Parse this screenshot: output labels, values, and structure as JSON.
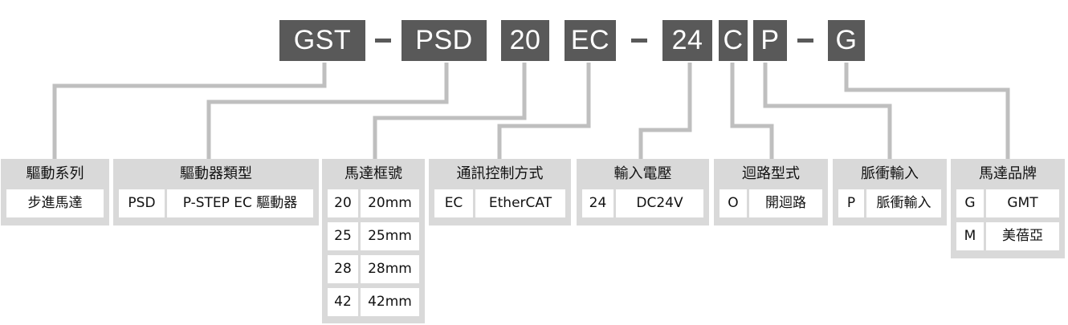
{
  "code": {
    "segments": [
      "GST",
      "PSD",
      "20",
      "EC",
      "24",
      "C",
      "P",
      "G"
    ],
    "dash": "-"
  },
  "boxes": [
    {
      "title": "驅動系列",
      "rows": [
        [
          "步進馬達"
        ]
      ]
    },
    {
      "title": "驅動器類型",
      "rows": [
        [
          "PSD",
          "P-STEP EC 驅動器"
        ]
      ]
    },
    {
      "title": "馬達框號",
      "rows": [
        [
          "20",
          "20mm"
        ],
        [
          "25",
          "25mm"
        ],
        [
          "28",
          "28mm"
        ],
        [
          "42",
          "42mm"
        ]
      ]
    },
    {
      "title": "通訊控制方式",
      "rows": [
        [
          "EC",
          "EtherCAT"
        ]
      ]
    },
    {
      "title": "輸入電壓",
      "rows": [
        [
          "24",
          "DC24V"
        ]
      ]
    },
    {
      "title": "迴路型式",
      "rows": [
        [
          "O",
          "開迴路"
        ]
      ]
    },
    {
      "title": "脈衝輸入",
      "rows": [
        [
          "P",
          "脈衝輸入"
        ]
      ]
    },
    {
      "title": "馬達品牌",
      "rows": [
        [
          "G",
          "GMT"
        ],
        [
          "M",
          "美蓓亞"
        ]
      ]
    }
  ],
  "colors": {
    "segment": "#595959",
    "box": "#d9d9d9",
    "line": "#bfbfbf"
  }
}
